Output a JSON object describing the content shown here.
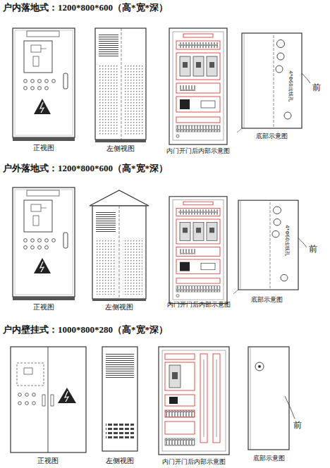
{
  "diagram": {
    "labels": [
      "户内落地式：1200*800*600（高*宽*深）",
      "正视图",
      "左侧视图",
      "内门开门后内部示意图",
      "底部示意图",
      "4*Φ60出线孔",
      "前",
      "户外落地式：1200*800*600（高*宽*深）",
      "正视图",
      "左侧视图",
      "内门开门后内部示意图",
      "底部示意图",
      "4*Φ60出线孔",
      "前",
      "户内壁挂式：1000*800*280（高*宽*深）",
      "正视图",
      "左侧视图",
      "内门开门后内部示意图",
      "底部示意图",
      "前"
    ]
  }
}
